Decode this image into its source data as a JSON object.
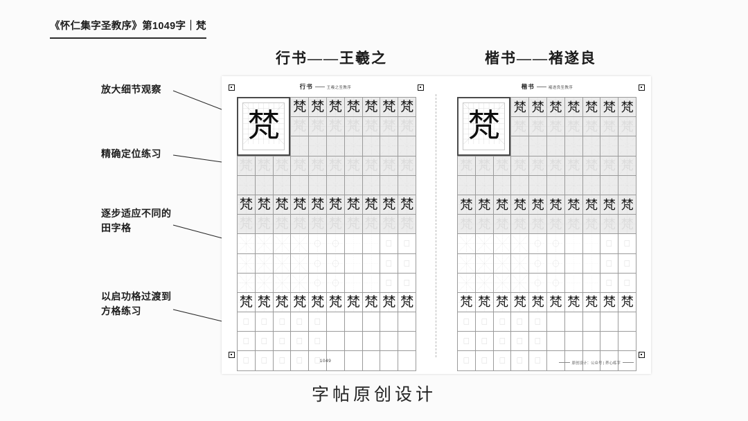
{
  "header": {
    "text": "《怀仁集字圣教序》第1049字｜梵",
    "source_title": "《怀仁集字圣教序》",
    "index_label": "第1049字",
    "separator": "｜",
    "character": "梵"
  },
  "column_titles": {
    "left": "行书——王羲之",
    "right": "楷书——褚遂良"
  },
  "annotations": [
    {
      "id": "zoom-detail",
      "text": "放大细节观察"
    },
    {
      "id": "precise-position",
      "text": "精确定位练习"
    },
    {
      "id": "adapt-grids",
      "text": "逐步适应不同的\n田字格"
    },
    {
      "id": "qigong-grid",
      "text": "以启功格过渡到\n方格练习"
    }
  ],
  "worksheet": {
    "left_sheet": {
      "style_label": "行书",
      "source_label": "王羲之圣教序",
      "hero_character": "梵"
    },
    "right_sheet": {
      "style_label": "楷书",
      "source_label": "褚遂良圣教序",
      "hero_character": "梵"
    },
    "page_number": "1049",
    "footer_text": "原创设计：公众号 | 养心练字",
    "practice_character": "梵",
    "grid_columns": 10,
    "grid_rows": 14
  },
  "caption": "字帖原创设计",
  "colors": {
    "background": "#fbfbfb",
    "text": "#1d1d1d",
    "paper": "#ffffff",
    "grid_line": "#9a9a9a",
    "shade": "#ececec",
    "leader": "#333333"
  },
  "icons": {
    "registration_mark": "registration-target-icon"
  }
}
